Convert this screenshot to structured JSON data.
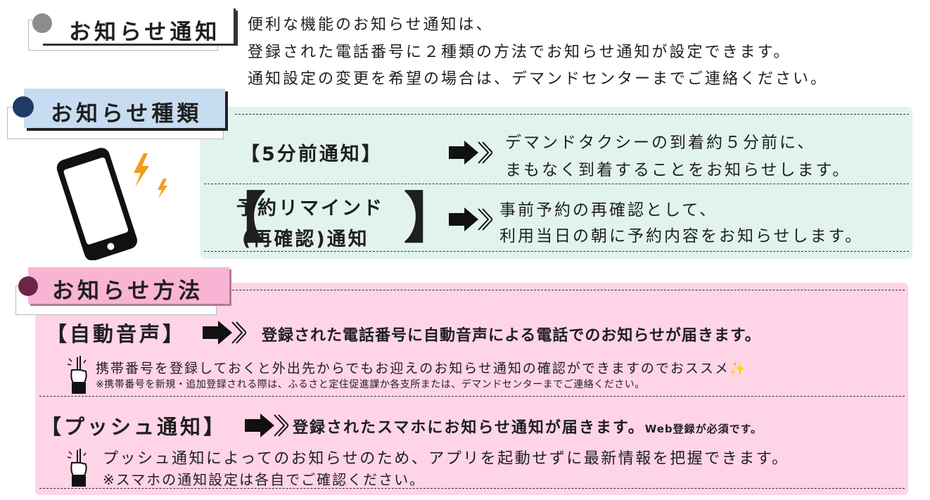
{
  "header1": {
    "title": "お知らせ通知",
    "lines": [
      "便利な機能のお知らせ通知は、",
      "登録された電話番号に２種類の方法でお知らせ通知が設定できます。",
      "通知設定の変更を希望の場合は、デマンドセンターまでご連絡ください。"
    ]
  },
  "section_types": {
    "title": "お知らせ種類",
    "item1": {
      "label": "【5分前通知】",
      "desc": [
        "デマンドタクシーの到着約５分前に、",
        "まもなく到着することをお知らせします。"
      ]
    },
    "item2": {
      "label_line1": "予約リマインド",
      "label_line2": "(再確認)通知",
      "desc": [
        "事前予約の再確認として、",
        "利用当日の朝に予約内容をお知らせします。"
      ]
    }
  },
  "section_methods": {
    "title": "お知らせ方法",
    "voice": {
      "label": "【自動音声】",
      "desc": "登録された電話番号に自動音声による電話でのお知らせが届きます。",
      "tip": "携帯番号を登録しておくと外出先からでもお迎えのお知らせ通知の確認ができますのでおススメ",
      "note": "※携帯番号を新規・追加登録される際は、ふるさと定住促進課か各支所または、デマンドセンターまでご連絡ください。"
    },
    "push": {
      "label": "【プッシュ通知】",
      "desc": "登録されたスマホにお知らせ通知が届きます。",
      "desc_small": "Web登録が必須です。",
      "tip": "プッシュ通知によってのお知らせのため、アプリを起動せずに最新情報を把握できます。",
      "note": "※スマホの通知設定は各自でご確認ください。"
    }
  },
  "colors": {
    "teal_panel": "#e2f3ef",
    "pink_panel": "#ffd4e7",
    "blue_header": "#c7dcf1",
    "pink_header": "#f9b4d4",
    "gray_dot": "#8c8c8c",
    "navy_dot": "#1e3a66",
    "plum_dot": "#6b2648"
  }
}
